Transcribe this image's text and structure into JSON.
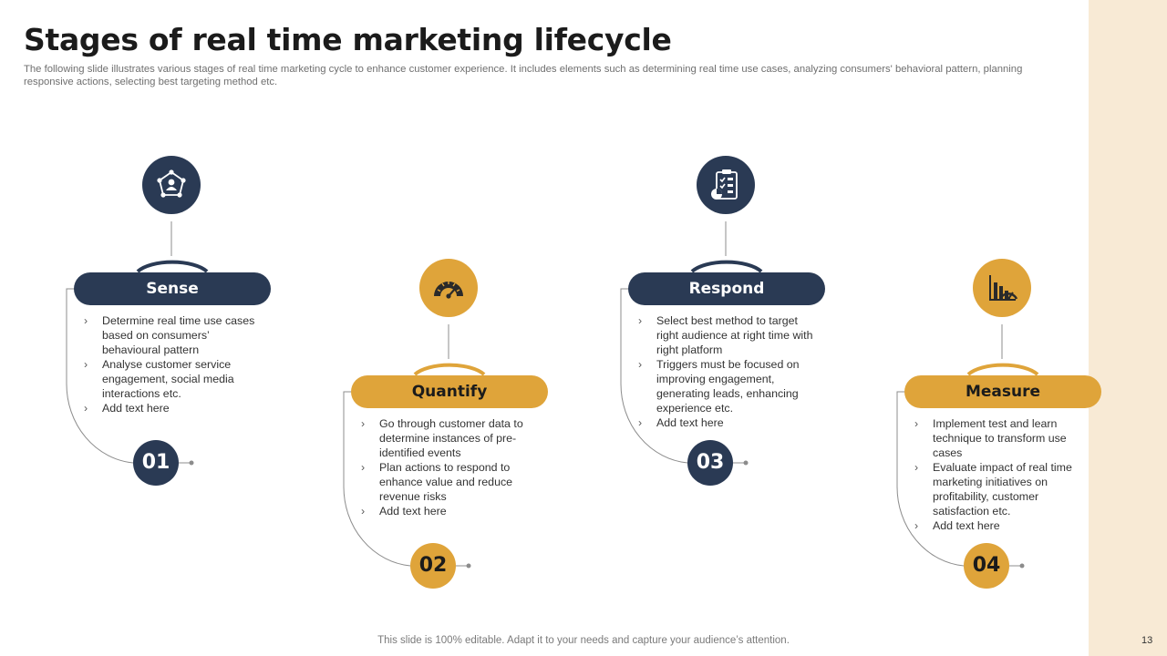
{
  "title": "Stages of real time marketing lifecycle",
  "subtitle": "The following slide illustrates various stages of real time marketing cycle to enhance customer experience. It includes elements such as determining real time use cases, analyzing consumers' behavioral pattern, planning responsive actions, selecting best targeting method etc.",
  "colors": {
    "navy": "#2a3a54",
    "gold": "#dfa43a",
    "side_band": "#f8ead5"
  },
  "stages": [
    {
      "number": "01",
      "label": "Sense",
      "color": "navy",
      "icon": "user-network-icon",
      "bullets": [
        "Determine real time use cases based on consumers’ behavioural pattern",
        "Analyse customer service engagement, social media interactions etc.",
        "Add text here"
      ]
    },
    {
      "number": "02",
      "label": "Quantify",
      "color": "gold",
      "icon": "gauge-icon",
      "bullets": [
        "Go through customer data to determine instances of pre-identified events",
        "Plan actions to respond to enhance value and reduce revenue risks",
        "Add text here"
      ]
    },
    {
      "number": "03",
      "label": "Respond",
      "color": "navy",
      "icon": "clipboard-checklist-icon",
      "bullets": [
        "Select best method to target right audience at right time with right platform",
        "Triggers must be focused on improving engagement, generating leads, enhancing experience etc.",
        "Add text here"
      ]
    },
    {
      "number": "04",
      "label": "Measure",
      "color": "gold",
      "icon": "performance-chart-icon",
      "bullets": [
        "Implement test and learn technique to transform use cases",
        "Evaluate impact of real time marketing initiatives on profitability, customer satisfaction etc.",
        "Add text here"
      ]
    }
  ],
  "footer": "This slide is 100% editable. Adapt it to your needs and capture your audience’s attention.",
  "page_number": "13"
}
